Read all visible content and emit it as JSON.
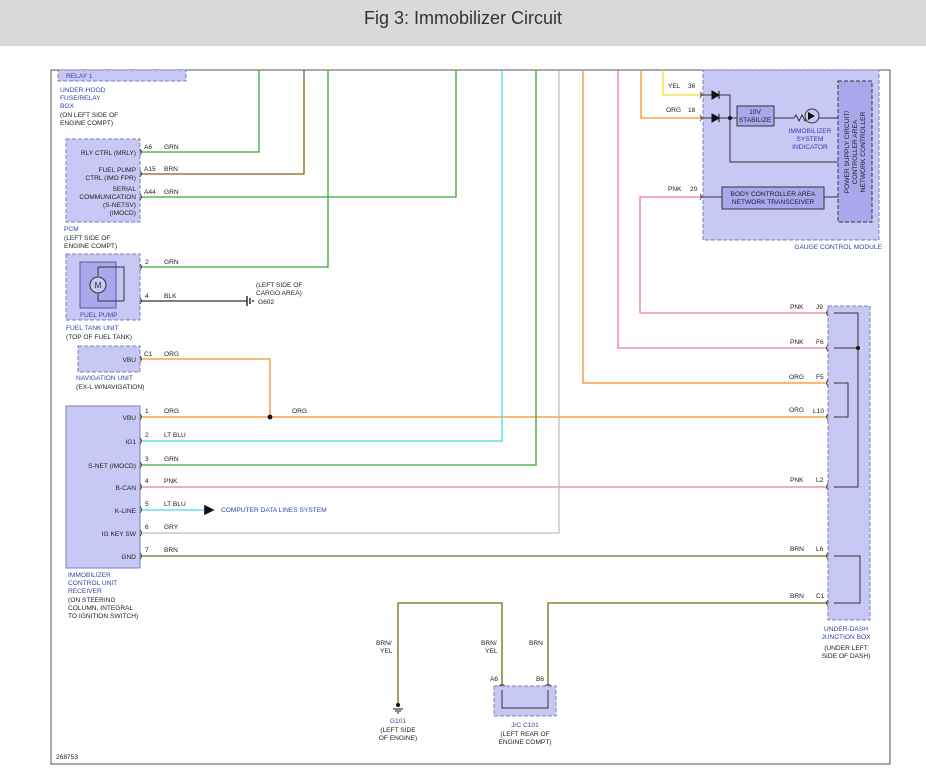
{
  "header": {
    "title": "Fig 3: Immobilizer Circuit"
  },
  "figure_id": "268753",
  "colors": {
    "grn": "#3aa63a",
    "brn": "#8a5a1e",
    "cyan": "#48d8ec",
    "pnk": "#ee7aa0",
    "org": "#f4922c",
    "gry": "#bdbdbd",
    "blk": "#333333",
    "yel": "#f0e030",
    "olive": "#7a6a10",
    "box_fill": "#c8c8f4",
    "box_stroke": "#7c7cc0",
    "label_blue": "#3344aa"
  },
  "components": {
    "relay": {
      "name": "RELAY 1",
      "desc": [
        "UNDER-HOOD",
        "FUSE/RELAY",
        "BOX"
      ],
      "note": [
        "(ON LEFT SIDE OF",
        "ENGINE COMPT)"
      ]
    },
    "pcm": {
      "name": "PCM",
      "note": [
        "(LEFT SIDE OF",
        "ENGINE COMPT)"
      ],
      "pins": [
        {
          "label": [
            "RLY CTRL (MRLY)"
          ],
          "pin": "A6",
          "wire": "GRN"
        },
        {
          "label": [
            "FUEL PUMP",
            "CTRL (IMO FPR)"
          ],
          "pin": "A15",
          "wire": "BRN"
        },
        {
          "label": [
            "SERIAL",
            "COMMUNICATION",
            "(S-NETSV)",
            "(IMOCD)"
          ],
          "pin": "A44",
          "wire": "GRN"
        }
      ]
    },
    "fuel_pump": {
      "name": "FUEL PUMP",
      "unit": "FUEL TANK UNIT",
      "note": "(TOP OF FUEL TANK)",
      "motor": "M",
      "pins": [
        {
          "pin": "2",
          "wire": "GRN"
        },
        {
          "pin": "4",
          "wire": "BLK"
        }
      ],
      "ground": {
        "name": "G602",
        "note": [
          "(LEFT SIDE OF",
          "CARGO AREA)"
        ]
      }
    },
    "nav": {
      "pin_label": "VBU",
      "pin": "C1",
      "wire": "ORG",
      "name": "NAVIGATION UNIT",
      "note": "(EX-L W/NAVIGATION)"
    },
    "imm": {
      "name": [
        "IMMOBILIZER",
        "CONTROL UNIT",
        "RECEIVER"
      ],
      "note": [
        "(ON STEERING",
        "COLUMN, INTEGRAL",
        "TO IGNITION SWITCH)"
      ],
      "pins": [
        {
          "label": "VBU",
          "pin": "1",
          "wire": "ORG"
        },
        {
          "label": "IG1",
          "pin": "2",
          "wire": "LT BLU"
        },
        {
          "label": "S-NET (IMOCD)",
          "pin": "3",
          "wire": "GRN"
        },
        {
          "label": "B-CAN",
          "pin": "4",
          "wire": "PNK"
        },
        {
          "label": "K-LINE",
          "pin": "5",
          "wire": "LT BLU"
        },
        {
          "label": "IG KEY SW",
          "pin": "6",
          "wire": "GRY"
        },
        {
          "label": "GND",
          "pin": "7",
          "wire": "BRN"
        }
      ],
      "vbu_mid_wire": "ORG",
      "kline_dest": "COMPUTER DATA LINES SYSTEM"
    },
    "gauge": {
      "name": "GAUGE CONTROL MODULE",
      "pins": [
        {
          "pin": "36",
          "wire": "YEL"
        },
        {
          "pin": "18",
          "wire": "ORG"
        },
        {
          "pin": "20",
          "wire": "PNK"
        }
      ],
      "stabilize": [
        "10V",
        "STABILIZE"
      ],
      "indicator": [
        "IMMOBILIZER",
        "SYSTEM",
        "INDICATOR"
      ],
      "transceiver": [
        "BODY CONTROLLER AREA",
        "NETWORK TRANSCEIVER"
      ],
      "power_circuit": [
        "POWER SUPPLY CIRCUIT/",
        "CONTROLLER AREA",
        "NETWORK CONTROLLER"
      ]
    },
    "junction": {
      "name": [
        "UNDER-DASH",
        "JUNCTION BOX"
      ],
      "note": [
        "(UNDER LEFT",
        "SIDE OF DASH)"
      ],
      "pins": [
        {
          "pin": "J9",
          "wire": "PNK"
        },
        {
          "pin": "F6",
          "wire": "PNK"
        },
        {
          "pin": "F5",
          "wire": "ORG"
        },
        {
          "pin": "L10",
          "wire": "ORG"
        },
        {
          "pin": "L2",
          "wire": "PNK"
        },
        {
          "pin": "L6",
          "wire": "BRN"
        },
        {
          "pin": "C1",
          "wire": "BRN"
        }
      ]
    },
    "jc101": {
      "name": "J/C C101",
      "note": [
        "(LEFT REAR OF",
        "ENGINE COMPT)"
      ],
      "pins": [
        {
          "pin": "A6",
          "wire": [
            "BRN/",
            "YEL"
          ]
        },
        {
          "pin": "B6",
          "wire": [
            "BRN"
          ]
        }
      ]
    },
    "g101": {
      "name": "G101",
      "note": [
        "(LEFT SIDE",
        "OF ENGINE)"
      ],
      "wire": [
        "BRN/",
        "YEL"
      ]
    }
  }
}
